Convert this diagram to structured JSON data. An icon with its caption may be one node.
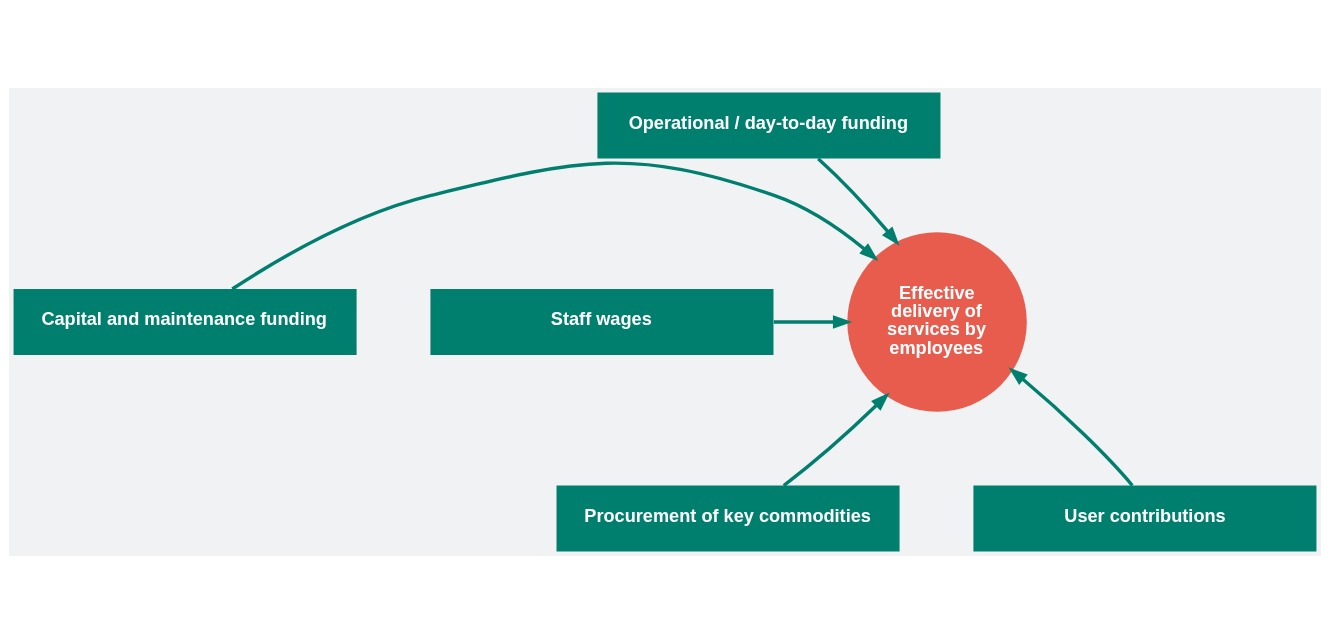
{
  "diagram": {
    "nodes": [
      {
        "text": [
          "Operational / day-to-day funding"
        ]
      },
      {
        "text": [
          "Capital and maintenance funding"
        ]
      },
      {
        "text": [
          "Effective delivery of services by employees"
        ]
      },
      {
        "text": [
          "Staff wages"
        ]
      },
      {
        "text": [
          "Procurement of key commodities"
        ]
      },
      {
        "text": [
          "User contributions"
        ]
      }
    ],
    "edges": [
      {
        "from": 0,
        "to": 2,
        "arrow": "to"
      },
      {
        "from": 1,
        "to": 2,
        "arrow": "to"
      },
      {
        "from": 3,
        "to": 2,
        "arrow": "to"
      },
      {
        "from": 4,
        "to": 2,
        "arrow": "to"
      },
      {
        "from": 5,
        "to": 2,
        "arrow": "to"
      }
    ]
  }
}
